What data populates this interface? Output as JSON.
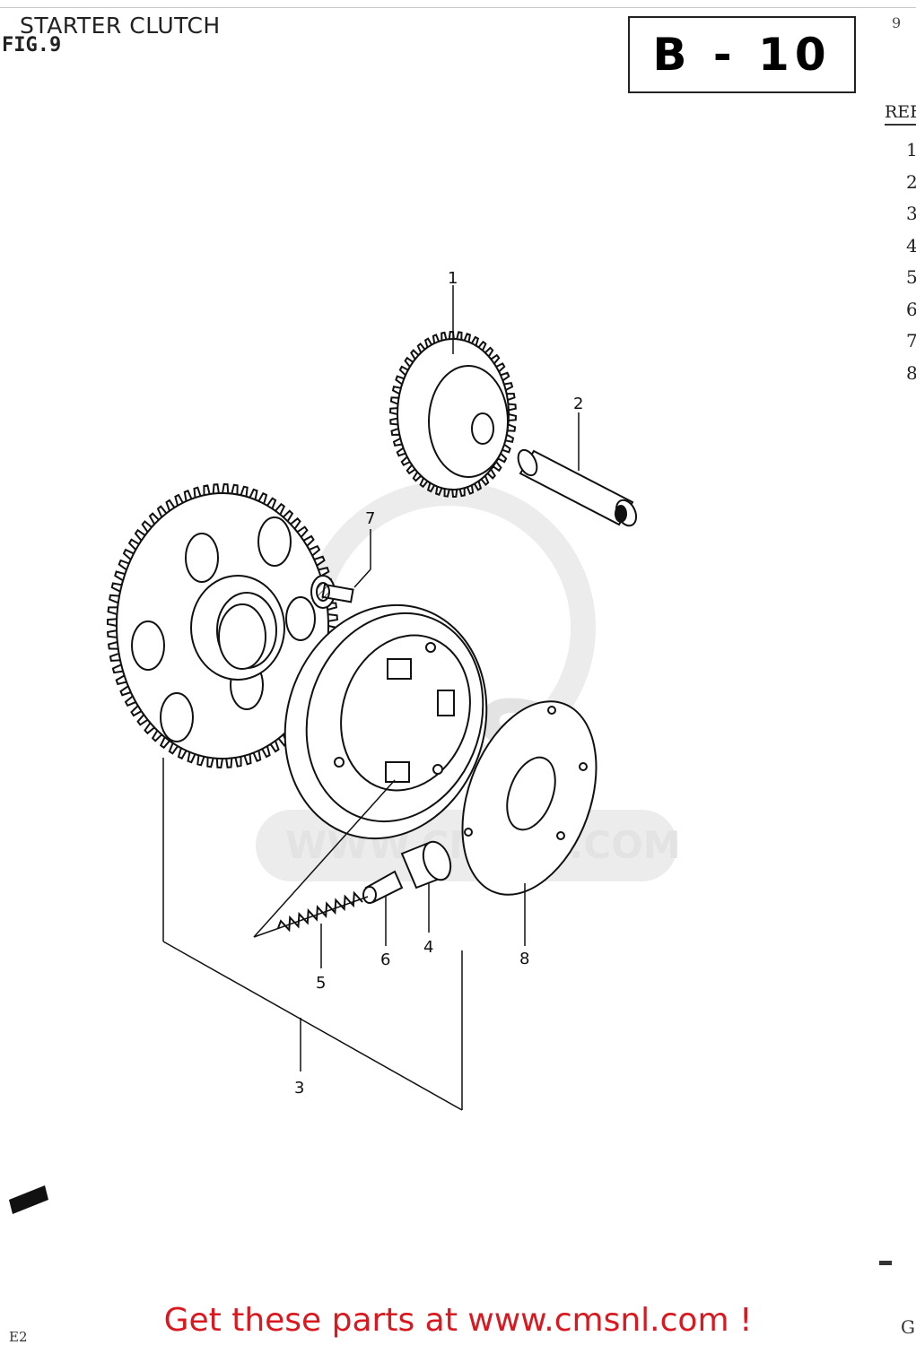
{
  "header": {
    "title": "STARTER CLUTCH",
    "fig_label": "FIG.9",
    "page_number": "9",
    "section_code": "B - 10"
  },
  "ref_table": {
    "heading": "REF",
    "numbers": [
      "1",
      "2",
      "3",
      "4",
      "5",
      "6",
      "7",
      "8"
    ]
  },
  "callouts": {
    "c1": "1",
    "c2": "2",
    "c3": "3",
    "c4": "4",
    "c5": "5",
    "c6": "6",
    "c7": "7",
    "c8": "8"
  },
  "watermark": {
    "url": "WWW.CMSNL.COM",
    "letters": "CMS"
  },
  "footer": {
    "text": "Get these parts at www.cmsnl.com !",
    "color": "#d9181f"
  },
  "corners": {
    "bottom_left": "E2",
    "bottom_right": "G"
  },
  "icons": [
    "gear-icon",
    "arrow-icon"
  ]
}
